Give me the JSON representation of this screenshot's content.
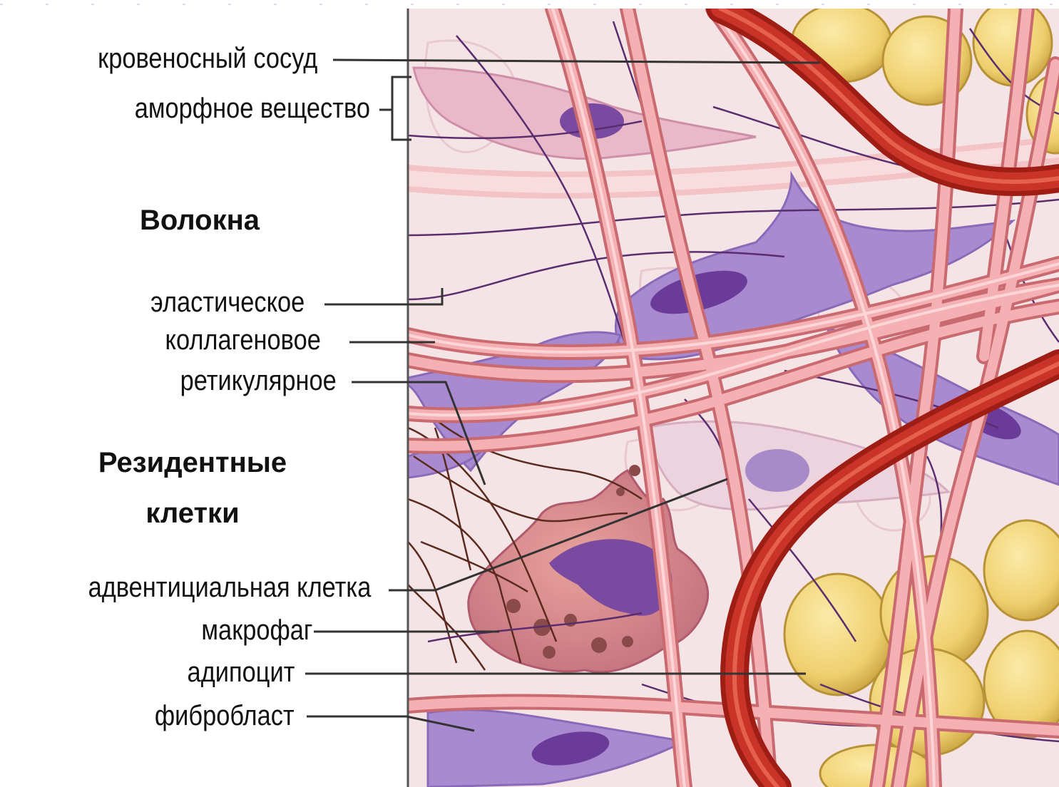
{
  "labels": {
    "blood_vessel": "кровеносный сосуд",
    "ground_substance": "аморфное вещество",
    "fibers_heading": "Волокна",
    "elastic": "эластическое",
    "collagen": "коллагеновое",
    "reticular": "ретикулярное",
    "resident_cells_heading_line1": "Резидентные",
    "resident_cells_heading_line2": "клетки",
    "adventitial_cell": "адвентициальная клетка",
    "macrophage": "макрофаг",
    "adipocyte": "адипоцит",
    "fibroblast": "фибробласт"
  },
  "colors": {
    "background_tissue": "#f5e4e6",
    "collagen_fiber": "#f2a2a4",
    "collagen_fiber_edge": "#c96a70",
    "elastic_fiber": "#5a2d6e",
    "reticular_fiber": "#5b2a1f",
    "blood_vessel": "#c1271c",
    "blood_vessel_highlight": "#e04a3a",
    "fibroblast": "#9c7fc4",
    "fibroblast_nucleus": "#6a3b98",
    "macrophage": "#d98a8a",
    "macrophage_nucleus": "#7a4aa0",
    "adipocyte": "#f0d27a",
    "adipocyte_edge": "#c9a945",
    "adventitial_cell": "#e8c4d2",
    "text": "#111111"
  }
}
